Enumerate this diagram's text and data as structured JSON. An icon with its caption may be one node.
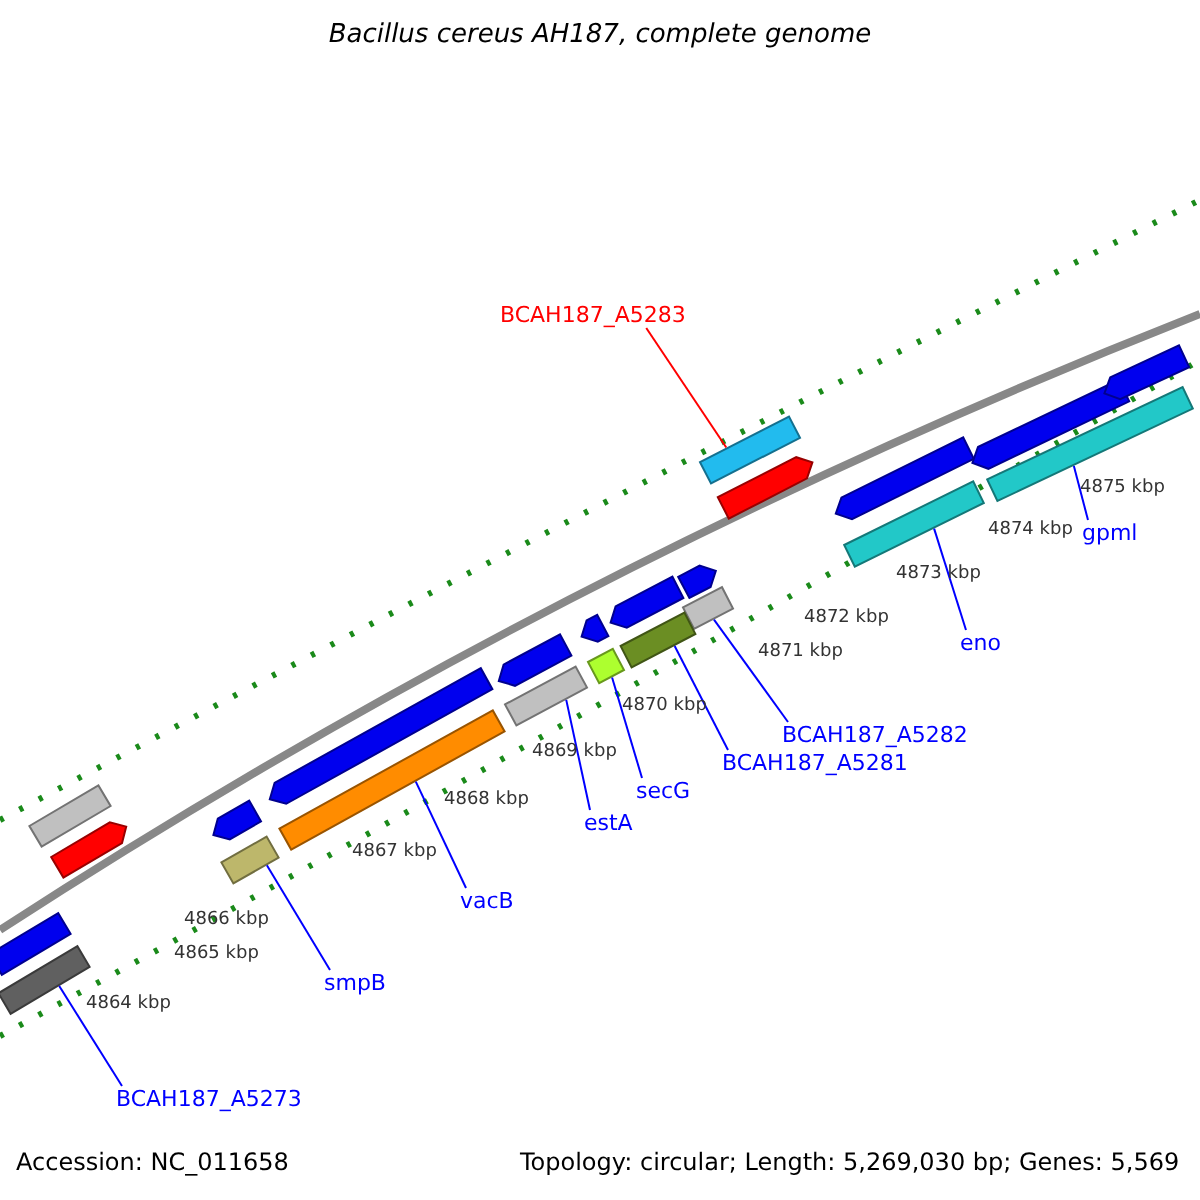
{
  "diagram": {
    "title": "Bacillus cereus AH187, complete genome",
    "nodes": [
      {
        "text": [
          "BCAH187_A5283"
        ]
      },
      {
        "text": [],
        "shape": "bar"
      },
      {
        "text": [],
        "shape": "bar"
      },
      {
        "text": [],
        "shape": "bar"
      },
      {
        "text": [],
        "shape": "bar"
      },
      {
        "text": [],
        "shape": "bar"
      },
      {
        "text": [],
        "shape": "bar"
      },
      {
        "text": [],
        "shape": "bar"
      },
      {
        "text": [],
        "shape": "bar"
      },
      {
        "text": [],
        "shape": "bar"
      },
      {
        "text": [],
        "shape": "bar"
      },
      {
        "text": [
          "gpml"
        ]
      },
      {
        "text": [
          "eno"
        ]
      },
      {
        "text": [
          "BCAH187_A5282"
        ]
      },
      {
        "text": [
          "BCAH187_A5281"
        ]
      },
      {
        "text": [
          "secG"
        ]
      },
      {
        "text": [
          "estA"
        ]
      },
      {
        "text": [
          "vacB"
        ]
      },
      {
        "text": [
          "smpB"
        ]
      },
      {
        "text": [
          "BCAH187_A5273"
        ]
      },
      {
        "text": [],
        "shape": "box"
      },
      {
        "text": [],
        "shape": "box"
      },
      {
        "text": [],
        "shape": "box"
      },
      {
        "text": [],
        "shape": "box"
      },
      {
        "text": [],
        "shape": "box"
      },
      {
        "text": [],
        "shape": "box"
      },
      {
        "text": [],
        "shape": "box"
      },
      {
        "text": [],
        "shape": "box"
      },
      {
        "text": [],
        "shape": "box"
      },
      {
        "text": [],
        "shape": "box"
      },
      {
        "text": [],
        "shape": "bar"
      },
      {
        "text": [],
        "shape": "box"
      },
      {
        "text": [],
        "shape": "bar"
      }
    ],
    "edges": [
      {
        "from": 0,
        "to": 1,
        "arrow": "none",
        "color": "#ff0000"
      },
      {
        "from": 11,
        "to": 3,
        "arrow": "none"
      },
      {
        "from": 12,
        "to": 2,
        "arrow": "none"
      },
      {
        "from": 13,
        "to": 4,
        "arrow": "none"
      },
      {
        "from": 14,
        "to": 5,
        "arrow": "none"
      },
      {
        "from": 15,
        "to": 6,
        "arrow": "none"
      },
      {
        "from": 16,
        "to": 7,
        "arrow": "none"
      },
      {
        "from": 17,
        "to": 8,
        "arrow": "none"
      },
      {
        "from": 18,
        "to": 9,
        "arrow": "none"
      },
      {
        "from": 19,
        "to": 10,
        "arrow": "none"
      }
    ],
    "labels": [
      "4875 kbp",
      "4874 kbp",
      "4873 kbp",
      "4872 kbp",
      "4871 kbp",
      "4870 kbp",
      "4869 kbp",
      "4868 kbp",
      "4867 kbp",
      "4866 kbp",
      "4865 kbp",
      "4864 kbp",
      "Accession: NC_011658",
      "Topology: circular; Length: 5,269,030 bp; Genes: 5,569"
    ]
  }
}
